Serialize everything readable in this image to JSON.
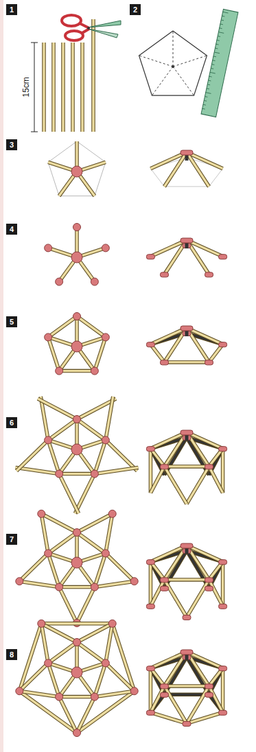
{
  "diagram": {
    "nodes": [
      {
        "text": [
          "1"
        ]
      },
      {
        "text": [
          "2"
        ]
      },
      {
        "text": [
          "3"
        ]
      },
      {
        "text": [
          "4"
        ]
      },
      {
        "text": [
          "5"
        ]
      },
      {
        "text": [
          "6"
        ]
      },
      {
        "text": [
          "7"
        ]
      },
      {
        "text": [
          "8"
        ]
      }
    ],
    "labels": [
      "15cm"
    ]
  }
}
